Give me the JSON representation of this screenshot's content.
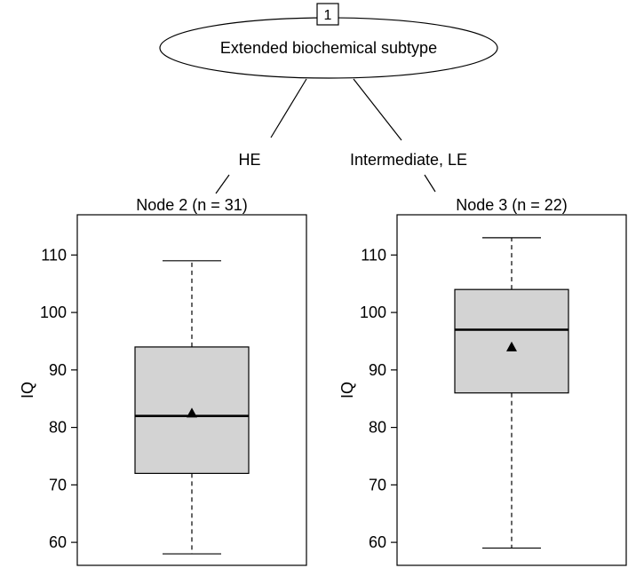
{
  "tree": {
    "split_node": {
      "id": "1",
      "label": "Extended biochemical subtype"
    },
    "edges": [
      {
        "label": "HE"
      },
      {
        "label": "Intermediate, LE"
      }
    ]
  },
  "chart_data": [
    {
      "type": "box",
      "title": "Node 2 (n = 31)",
      "ylabel": "IQ",
      "ylim": [
        56,
        117
      ],
      "yticks": [
        60,
        70,
        80,
        90,
        100,
        110
      ],
      "box": {
        "whisker_low": 58,
        "q1": 72,
        "median": 82,
        "q3": 94,
        "whisker_high": 109,
        "mean": 82.5
      },
      "fill_color": "#d3d3d3"
    },
    {
      "type": "box",
      "title": "Node 3 (n = 22)",
      "ylabel": "IQ",
      "ylim": [
        56,
        117
      ],
      "yticks": [
        60,
        70,
        80,
        90,
        100,
        110
      ],
      "box": {
        "whisker_low": 59,
        "q1": 86,
        "median": 97,
        "q3": 104,
        "whisker_high": 113,
        "mean": 94
      },
      "fill_color": "#d3d3d3"
    }
  ]
}
